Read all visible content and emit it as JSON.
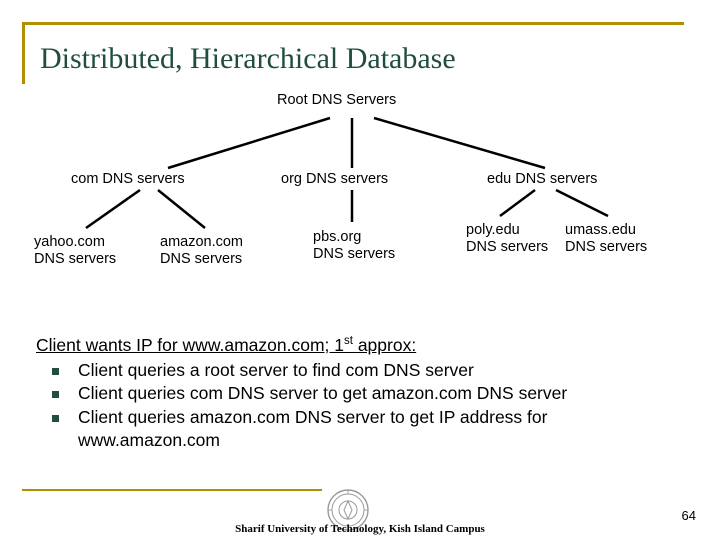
{
  "slide": {
    "title": "Distributed, Hierarchical Database",
    "page_number": "64",
    "accent_color": "#b09000",
    "title_color": "#1f4e3d",
    "bullet_color": "#1f4e3d"
  },
  "tree": {
    "root": "Root DNS Servers",
    "level1": [
      {
        "label": "com DNS servers"
      },
      {
        "label": "org DNS servers"
      },
      {
        "label": "edu DNS servers"
      }
    ],
    "level2": [
      {
        "line1": "yahoo.com",
        "line2": "DNS servers"
      },
      {
        "line1": "amazon.com",
        "line2": "DNS servers"
      },
      {
        "line1": "pbs.org",
        "line2": "DNS servers"
      },
      {
        "line1": "poly.edu",
        "line2": "DNS servers"
      },
      {
        "line1": "umass.edu",
        "line2": "DNS servers"
      }
    ]
  },
  "body": {
    "lead_part1": "Client wants IP for www.amazon.com; 1",
    "lead_sup": "st",
    "lead_part2": " approx:",
    "bullets": [
      "Client queries a root server to find com DNS server",
      "Client queries com DNS server to get amazon.com DNS server",
      "Client queries amazon.com DNS server to get  IP address for www.amazon.com"
    ]
  },
  "footer": {
    "text": "Sharif University of Technology, Kish Island Campus",
    "logo_icon": "university-seal-icon"
  }
}
